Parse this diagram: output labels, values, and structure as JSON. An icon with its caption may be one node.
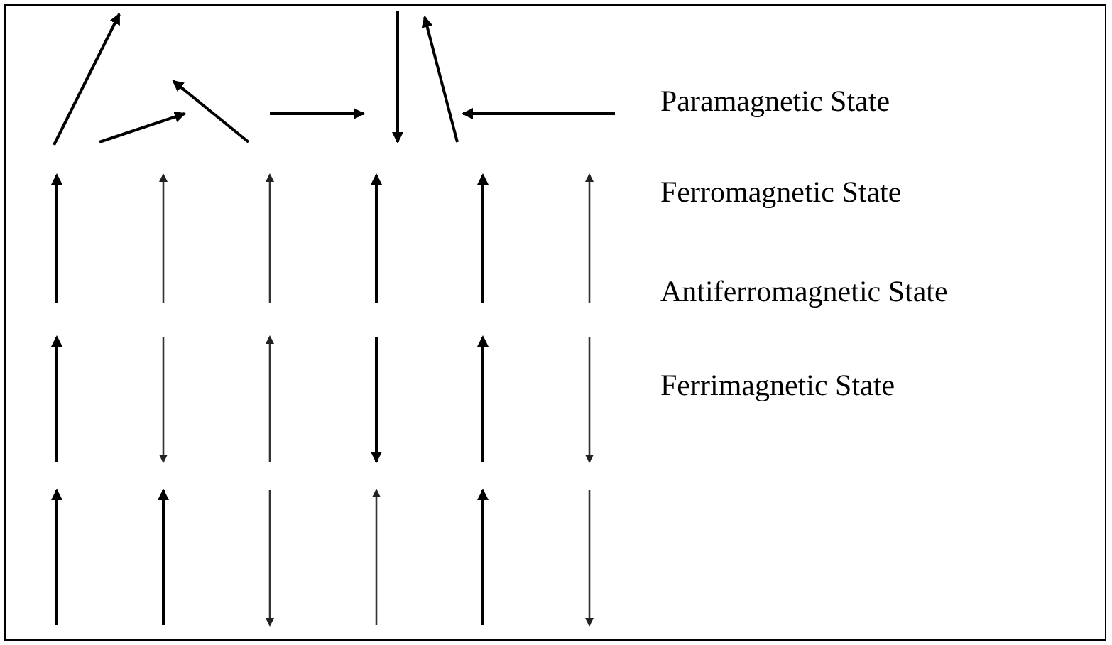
{
  "diagram": {
    "labels": [
      "Paramagnetic State",
      "Ferromagnetic State",
      "Antiferromagnetic State",
      "Ferrimagnetic State"
    ]
  }
}
